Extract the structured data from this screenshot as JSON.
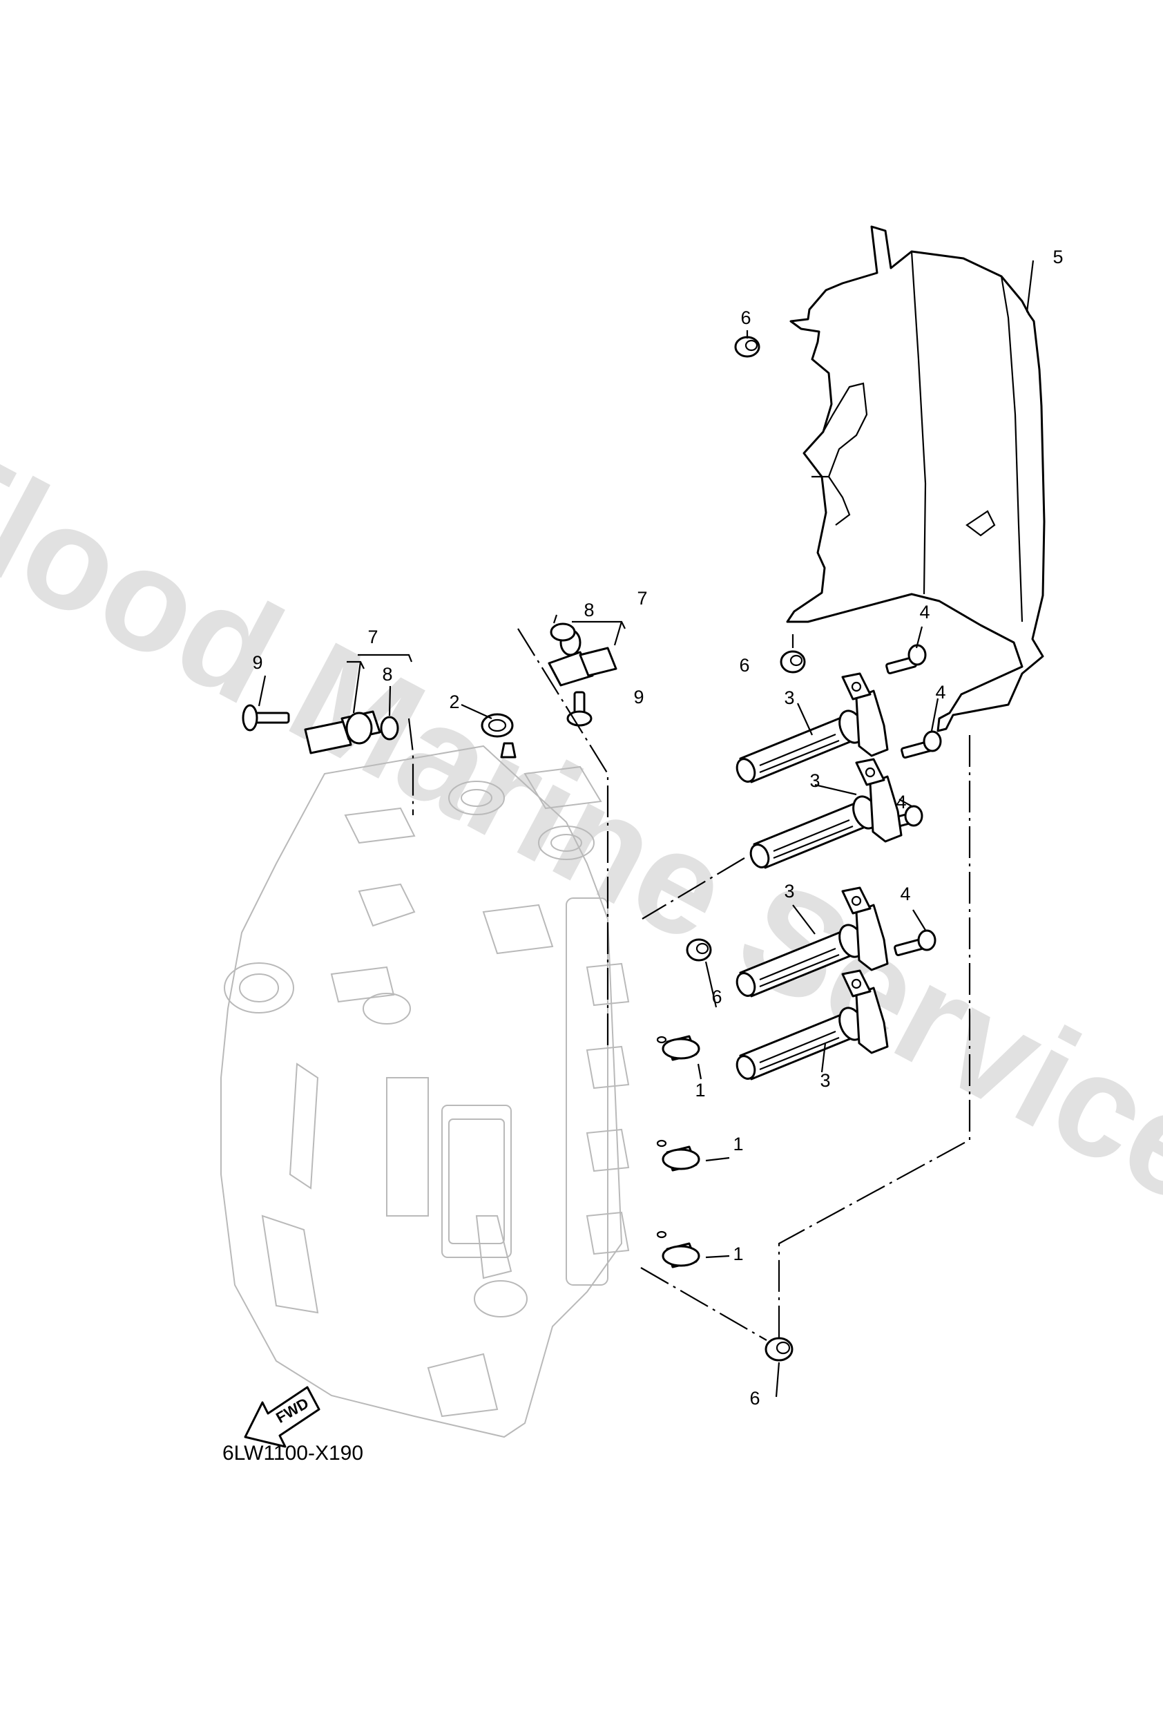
{
  "watermark": "Flood Marine Services",
  "diagram_code": "6LW1100-X190",
  "fwd_label": "FWD",
  "callouts": [
    {
      "id": "c6-top",
      "text": "6"
    },
    {
      "id": "c5",
      "text": "5"
    },
    {
      "id": "c8-right",
      "text": "8"
    },
    {
      "id": "c7-right",
      "text": "7"
    },
    {
      "id": "c9-right",
      "text": "9"
    },
    {
      "id": "c7-left",
      "text": "7"
    },
    {
      "id": "c9-left",
      "text": "9"
    },
    {
      "id": "c8-left",
      "text": "8"
    },
    {
      "id": "c2",
      "text": "2"
    },
    {
      "id": "c4-a",
      "text": "4"
    },
    {
      "id": "c6-mid",
      "text": "6"
    },
    {
      "id": "c3-a",
      "text": "3"
    },
    {
      "id": "c4-b",
      "text": "4"
    },
    {
      "id": "c3-b",
      "text": "3"
    },
    {
      "id": "c4-c",
      "text": "4"
    },
    {
      "id": "c3-c",
      "text": "3"
    },
    {
      "id": "c4-d",
      "text": "4"
    },
    {
      "id": "c6-block",
      "text": "6"
    },
    {
      "id": "c3-d",
      "text": "3"
    },
    {
      "id": "c1-a",
      "text": "1"
    },
    {
      "id": "c1-b",
      "text": "1"
    },
    {
      "id": "c1-c",
      "text": "1"
    },
    {
      "id": "c6-bottom",
      "text": "6"
    }
  ]
}
